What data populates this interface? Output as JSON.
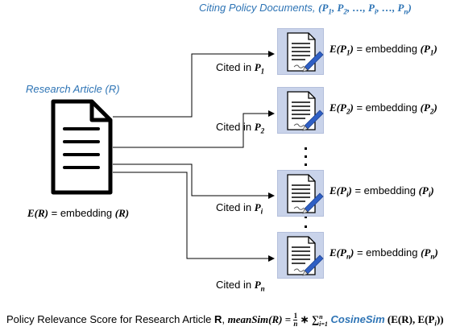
{
  "header": {
    "title": "Citing Policy Documents,",
    "title_math": "(P₁, P₂, …, Pᵢ, …, Pₙ)"
  },
  "research_article": {
    "label": "Research Article (R)",
    "embedding_lhs": "E(R)",
    "embedding_eq": " = embedding ",
    "embedding_rhs": "(R)"
  },
  "citations": [
    {
      "cited_text": "Cited in ",
      "cited_sym": "P",
      "cited_sub": "1",
      "emb_lhs": "E(P",
      "emb_sub": "1",
      "emb_close": ")",
      "emb_eq": " = embedding ",
      "emb_rhs": "(P",
      "emb_rhs_sub": "1",
      "emb_rhs_close": ")"
    },
    {
      "cited_text": "Cited in ",
      "cited_sym": "P",
      "cited_sub": "2",
      "emb_lhs": "E(P",
      "emb_sub": "2",
      "emb_close": ")",
      "emb_eq": " = embedding ",
      "emb_rhs": "(P",
      "emb_rhs_sub": "2",
      "emb_rhs_close": ")"
    },
    {
      "cited_text": "Cited in ",
      "cited_sym": "P",
      "cited_sub": "i",
      "emb_lhs": "E(P",
      "emb_sub": "i",
      "emb_close": ")",
      "emb_eq": " = embedding ",
      "emb_rhs": "(P",
      "emb_rhs_sub": "i",
      "emb_rhs_close": ")"
    },
    {
      "cited_text": "Cited in ",
      "cited_sym": "P",
      "cited_sub": "n",
      "emb_lhs": "E(P",
      "emb_sub": "n",
      "emb_close": ")",
      "emb_eq": " = embedding ",
      "emb_rhs": "(P",
      "emb_rhs_sub": "n",
      "emb_rhs_close": ")"
    }
  ],
  "footer": {
    "text": "Policy Relevance Score for Research Article ",
    "bold_r": "R",
    "comma": ", ",
    "formula_lhs": "meanSim(R)",
    "formula_eq": " = ",
    "frac_num": "1",
    "frac_den": "n",
    "formula_mid": " ∗ ∑",
    "sum_sub": "i=1",
    "sum_sup": "n",
    "cosine": " CosineSim",
    "formula_args": " (E(R),  E(P",
    "args_sub": "i",
    "args_close": "))"
  },
  "colors": {
    "accent": "#2e74b5",
    "card_bg": "#c9d3ea",
    "pen": "#2f5fc4"
  }
}
